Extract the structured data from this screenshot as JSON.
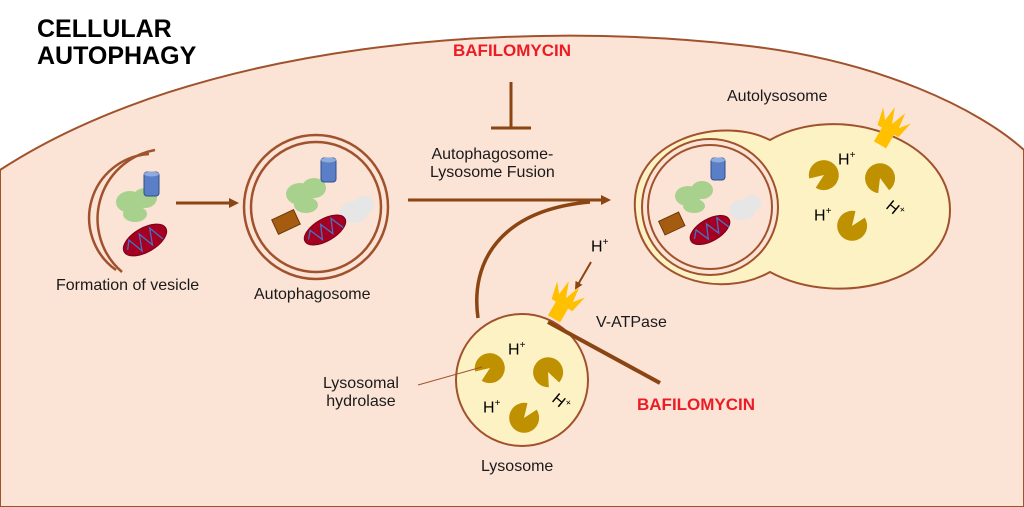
{
  "title": {
    "line1": "CELLULAR",
    "line2": "AUTOPHAGY"
  },
  "labels": {
    "formation": "Formation of vesicle",
    "autophagosome": "Autophagosome",
    "fusion_line1": "Autophagosome-",
    "fusion_line2": "Lysosome Fusion",
    "autolysosome": "Autolysosome",
    "vatpase": "V-ATPase",
    "hydrolase_line1": "Lysosomal",
    "hydrolase_line2": "hydrolase",
    "lysosome": "Lysosome"
  },
  "inhibitor": {
    "top": "BAFILOMYCIN",
    "bottom": "BAFILOMYCIN"
  },
  "ions": {
    "symbol": "H",
    "charge": "+"
  },
  "colors": {
    "cell": "#fbe3d6",
    "membrane": "#a0522d",
    "arrow": "#8b4513",
    "lysosome_fill": "#fdf2c4",
    "hydrolase": "#bf9000",
    "pump": "#ffc000",
    "drug": "#ec1c24"
  }
}
